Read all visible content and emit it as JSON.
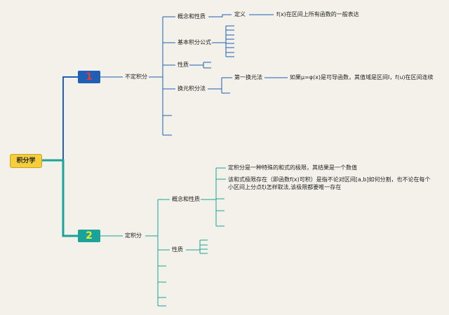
{
  "root": {
    "label": "积分学"
  },
  "branch1": {
    "number": "1",
    "label": "不定积分",
    "children": [
      {
        "label": "概念和性质"
      },
      {
        "label": "基本积分公式"
      },
      {
        "label": "性质"
      },
      {
        "label": "换元积分法"
      }
    ],
    "definition_label": "定义",
    "definition_text": "f(x)在区间上所有函数的一般表达",
    "substitution_label": "第一换元法",
    "substitution_text": "如果μ=φ(x)是可导函数，其值域是区间I，f(u)在区间连续"
  },
  "branch2": {
    "number": "2",
    "label": "定积分",
    "children": [
      {
        "label": "概念和性质"
      },
      {
        "label": "性质"
      }
    ],
    "concept_items": [
      "定积分是一种特殊的和式的极限，其结果是一个数值",
      "该和式极限存在（即函数f(x)可积）是指不论对区间[a,b]如何分割，也不论在每个小区间上分点ξi怎样取法,该极限都要唯一存在"
    ]
  },
  "colors": {
    "background": "#f3f1e9",
    "blue_branch": "#1f5fb5",
    "teal_branch": "#1aa39a",
    "root_fill": "#f4cf3b"
  }
}
